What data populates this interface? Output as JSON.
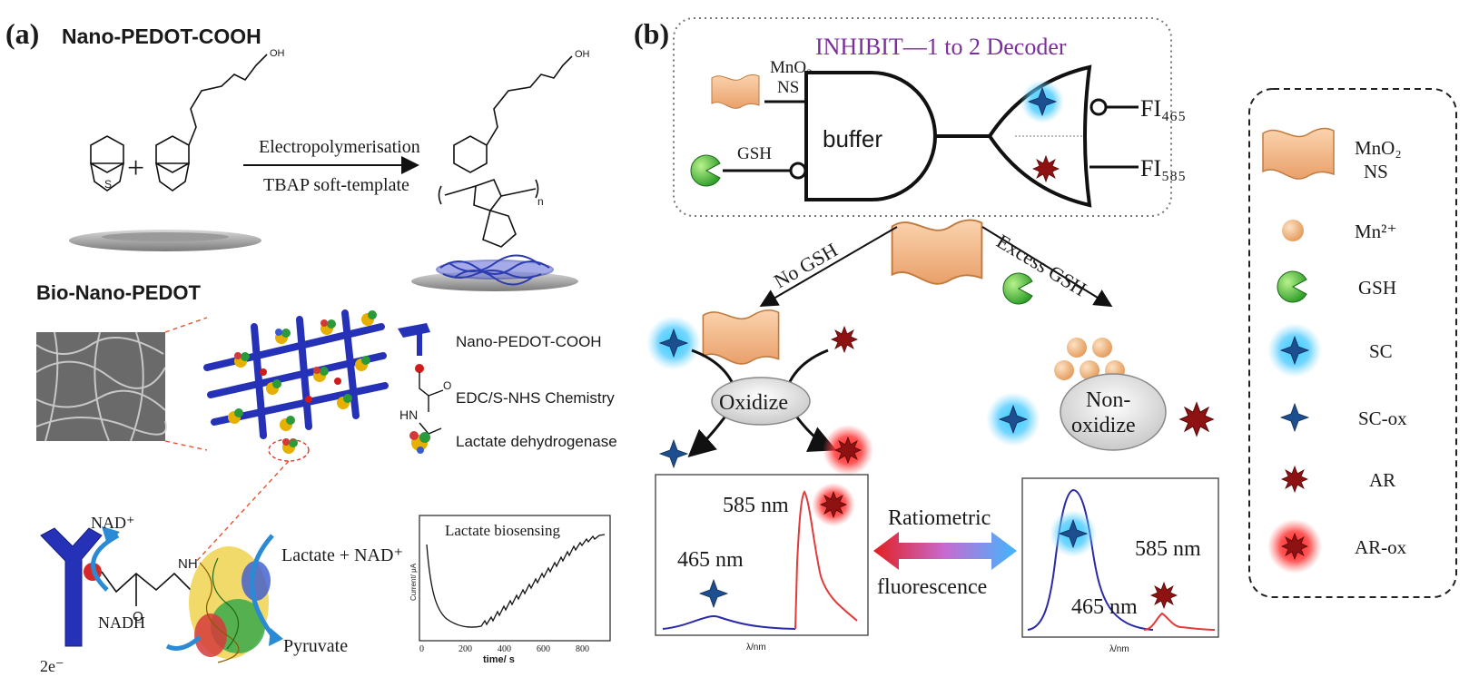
{
  "panel_a": {
    "label": "(a)",
    "title_top": "Nano-PEDOT-COOH",
    "oh_label": "OH",
    "plus": "+",
    "arrow_above": "Electropolymerisation",
    "arrow_below": "TBAP soft-template",
    "n_label": "n",
    "title_mid": "Bio-Nano-PEDOT",
    "legend": [
      "Nano-PEDOT-COOH",
      "EDC/S-NHS Chemistry",
      "Lactate dehydrogenase"
    ],
    "hn_label": "HN",
    "o_label": "O",
    "nh_label": "NH",
    "nad_plus": "NAD⁺",
    "nadh": "NADH",
    "electrons": "2e⁻",
    "lactate_nad": "Lactate + NAD⁺",
    "pyruvate": "Pyruvate",
    "inset_chart": {
      "title": "Lactate biosensing",
      "ylabel": "Current/ μA",
      "xlabel": "time/ s",
      "xticks": [
        "0",
        "200",
        "400",
        "600",
        "800"
      ]
    }
  },
  "panel_b": {
    "label": "(b)",
    "logic_title": "INHIBIT—1 to 2 Decoder",
    "input_mno2": [
      "MnO₂",
      "NS"
    ],
    "input_gsh": "GSH",
    "buffer_label": "buffer",
    "fi465": "FI₄₆₅",
    "fi585": "FI₅₈₅",
    "no_gsh": "No GSH",
    "excess_gsh": "Excess GSH",
    "oxidize": "Oxidize",
    "non_oxidize": [
      "Non-",
      "oxidize"
    ],
    "left_spectrum": {
      "peak_585": "585 nm",
      "peak_465": "465 nm",
      "xlabel": "λ/nm"
    },
    "right_spectrum": {
      "peak_585": "585 nm",
      "peak_465": "465 nm",
      "xlabel": "λ/nm"
    },
    "ratiometric": [
      "Ratiometric",
      "fluorescence"
    ],
    "legend": [
      {
        "label": "MnO₂",
        "label2": "NS"
      },
      {
        "label": "Mn²⁺"
      },
      {
        "label": "GSH"
      },
      {
        "label": "SC"
      },
      {
        "label": "SC-ox"
      },
      {
        "label": "AR"
      },
      {
        "label": "AR-ox"
      }
    ]
  }
}
